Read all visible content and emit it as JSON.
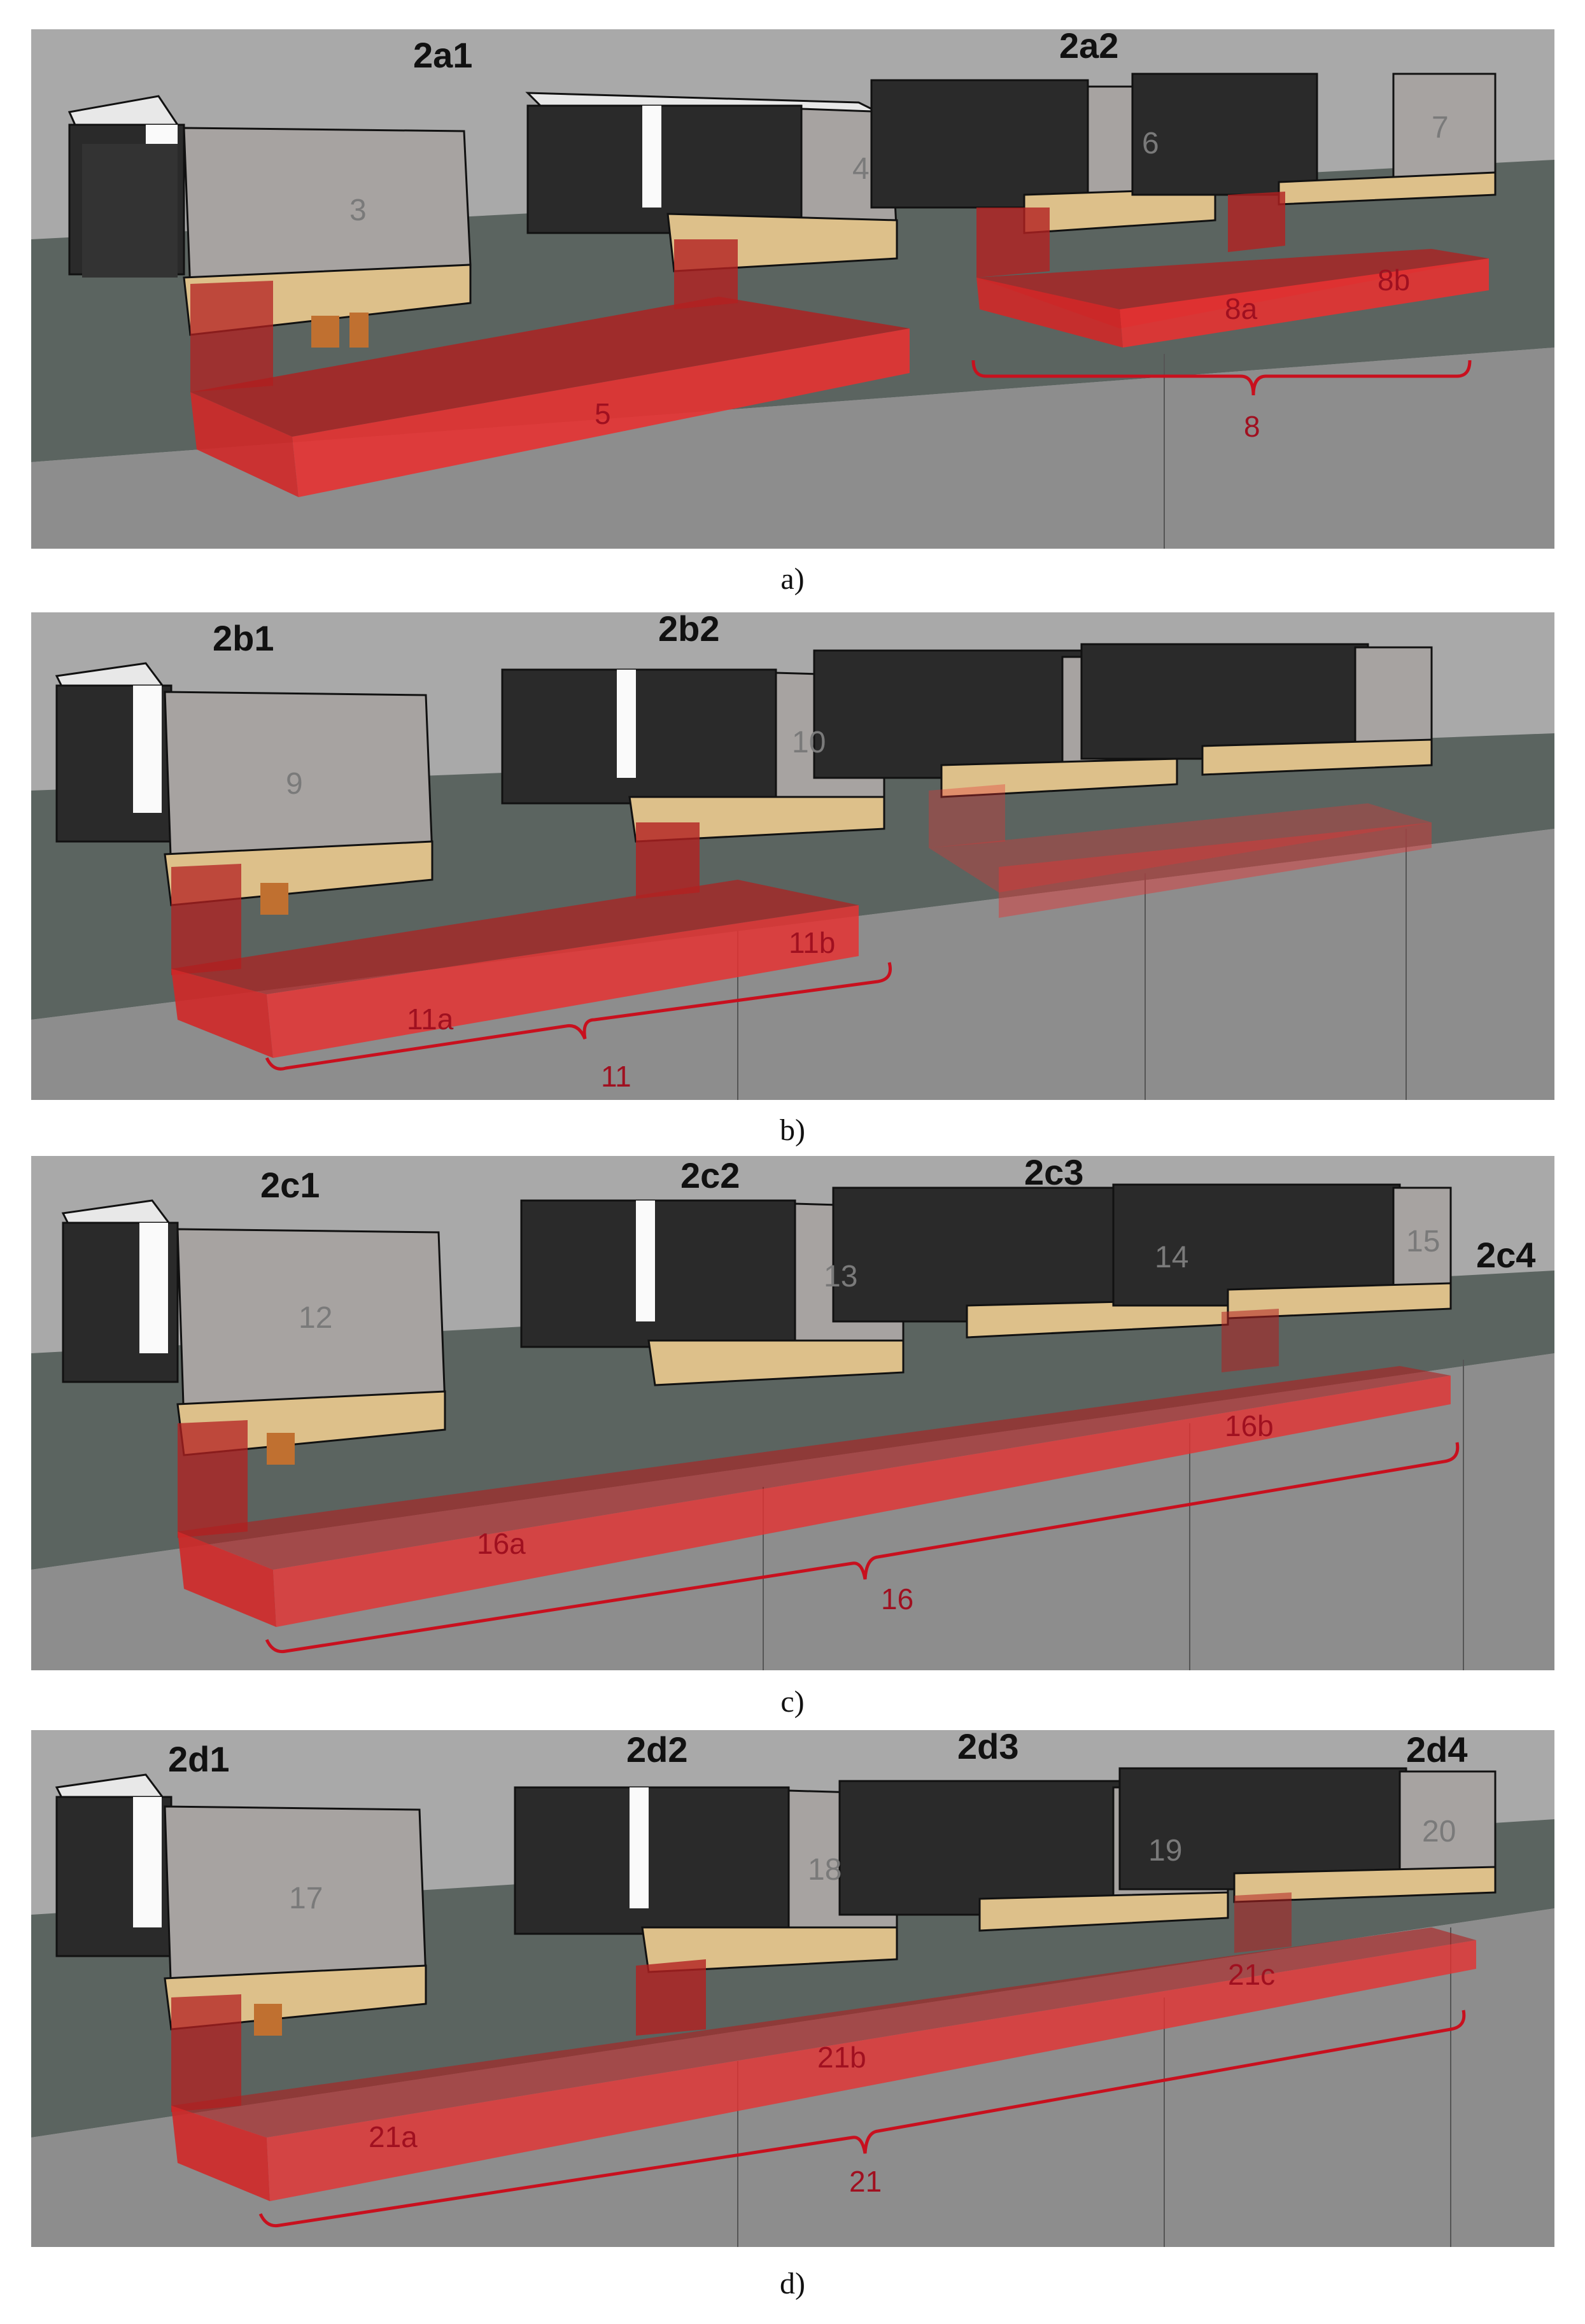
{
  "captions": [
    "a)",
    "b)",
    "c)",
    "d)"
  ],
  "panels": [
    {
      "block_labels": [
        "2a1",
        "2a2"
      ],
      "building_numbers": [
        "3",
        "4",
        "6",
        "7"
      ],
      "zone_labels": [
        "5",
        "8a",
        "8b"
      ],
      "bracket_labels": [
        "8"
      ]
    },
    {
      "block_labels": [
        "2b1",
        "2b2"
      ],
      "building_numbers": [
        "9",
        "10"
      ],
      "zone_labels": [
        "11a",
        "11b"
      ],
      "bracket_labels": [
        "11"
      ]
    },
    {
      "block_labels": [
        "2c1",
        "2c2",
        "2c3",
        "2c4"
      ],
      "building_numbers": [
        "12",
        "13",
        "14",
        "15"
      ],
      "zone_labels": [
        "16a",
        "16b"
      ],
      "bracket_labels": [
        "16"
      ]
    },
    {
      "block_labels": [
        "2d1",
        "2d2",
        "2d3",
        "2d4"
      ],
      "building_numbers": [
        "17",
        "18",
        "19",
        "20"
      ],
      "zone_labels": [
        "21a",
        "21b",
        "21c"
      ],
      "bracket_labels": [
        "21"
      ]
    }
  ],
  "colors": {
    "sky": "#a8a8a8",
    "ground_top": "#5b6460",
    "ground_face": "#8d8d8d",
    "building_wall": "#a7a3a1",
    "building_base": "#ddc08a",
    "window": "#5a62ff",
    "excavation_red": "#e53232",
    "label_red": "#a01020"
  }
}
